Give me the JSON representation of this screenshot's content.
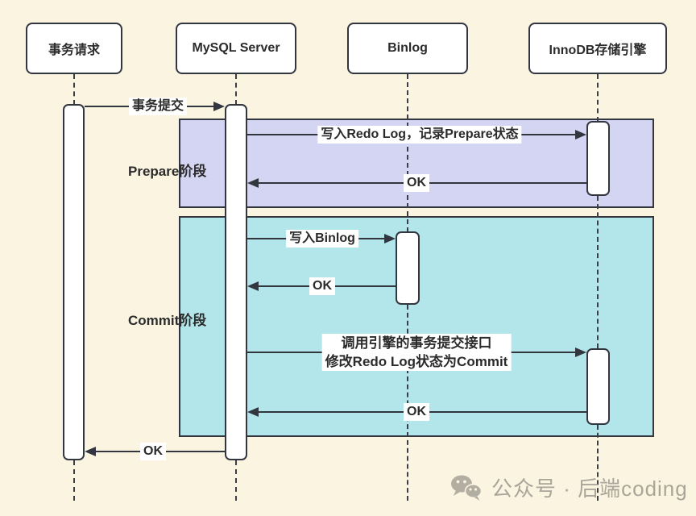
{
  "diagram": {
    "title_implicit": "MySQL two-phase commit sequence",
    "actors": [
      {
        "id": "txn-request",
        "label": "事务请求"
      },
      {
        "id": "mysql-server",
        "label": "MySQL Server"
      },
      {
        "id": "binlog",
        "label": "Binlog"
      },
      {
        "id": "innodb",
        "label": "InnoDB存储引擎"
      }
    ],
    "phases": [
      {
        "id": "prepare",
        "label": "Prepare阶段",
        "color": "#d3d5f3"
      },
      {
        "id": "commit",
        "label": "Commit阶段",
        "color": "#b3e6ea"
      }
    ],
    "messages": [
      {
        "id": "commit-request",
        "label": "事务提交",
        "from": "事务请求",
        "to": "MySQL Server"
      },
      {
        "id": "write-redo-log",
        "label": "写入Redo Log，记录Prepare状态",
        "from": "MySQL Server",
        "to": "InnoDB存储引擎"
      },
      {
        "id": "prepare-ok",
        "label": "OK",
        "from": "InnoDB存储引擎",
        "to": "MySQL Server"
      },
      {
        "id": "write-binlog",
        "label": "写入Binlog",
        "from": "MySQL Server",
        "to": "Binlog"
      },
      {
        "id": "binlog-ok",
        "label": "OK",
        "from": "Binlog",
        "to": "MySQL Server"
      },
      {
        "id": "engine-commit",
        "lines": [
          "调用引擎的事务提交接口",
          "修改Redo Log状态为Commit"
        ],
        "from": "MySQL Server",
        "to": "InnoDB存储引擎"
      },
      {
        "id": "commit-ok",
        "label": "OK",
        "from": "InnoDB存储引擎",
        "to": "MySQL Server"
      },
      {
        "id": "final-ok",
        "label": "OK",
        "from": "MySQL Server",
        "to": "事务请求"
      }
    ],
    "watermark": {
      "icon": "wechat-icon",
      "text": "公众号 · 后端coding"
    },
    "colors": {
      "background": "#faf4e1",
      "box_fill": "#ffffff",
      "stroke": "#32363f",
      "prepare_band": "#d3d5f3",
      "commit_band": "#b3e6ea",
      "watermark_gray": "#aaa59a"
    }
  }
}
